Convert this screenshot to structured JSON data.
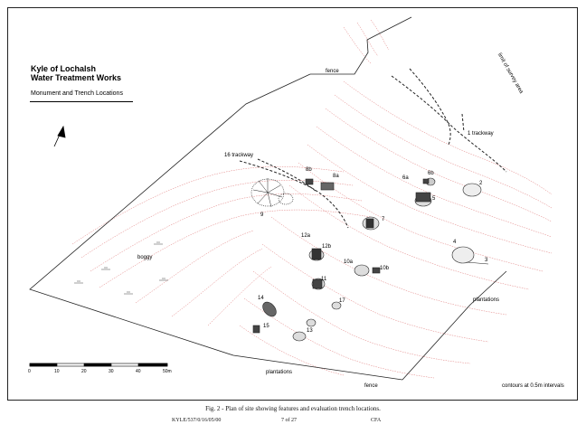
{
  "title_block": {
    "line1": "Kyle of Lochalsh",
    "line2": "Water Treatment Works",
    "subtitle": "Monument and Trench Locations"
  },
  "features": {
    "fence_top": "fence",
    "fence_bottom": "fence",
    "limit_survey": "limit of survey area",
    "trackway_1": "1 trackway",
    "trackway_16": "16 trackway",
    "boggy": "boggy",
    "plantations_right": "plantations",
    "plantations_bottom": "plantations",
    "contours_note": "contours at 0.5m intervals"
  },
  "trenches": {
    "t2": "2",
    "t3": "3",
    "t4": "4",
    "t5": "5",
    "t6a": "6a",
    "t6b": "6b",
    "t7": "7",
    "t8a": "8a",
    "t8b": "8b",
    "t9": "9",
    "t10a": "10a",
    "t10b": "10b",
    "t11": "11",
    "t12a": "12a",
    "t12b": "12b",
    "t13": "13",
    "t14": "14",
    "t15": "15",
    "t17": "17"
  },
  "scale_bar": {
    "ticks": [
      "0",
      "10",
      "20",
      "30",
      "40",
      "50m"
    ]
  },
  "figure_caption": "Fig. 2 - Plan of site showing features and evaluation trench locations.",
  "footer": {
    "ref": "KYLE/537/0/16/05/00",
    "page": "7 of 27",
    "org": "CFA"
  },
  "colors": {
    "contour": "#e07a7a",
    "line": "#222222"
  },
  "icons": {
    "north_arrow": "north-arrow-icon"
  }
}
